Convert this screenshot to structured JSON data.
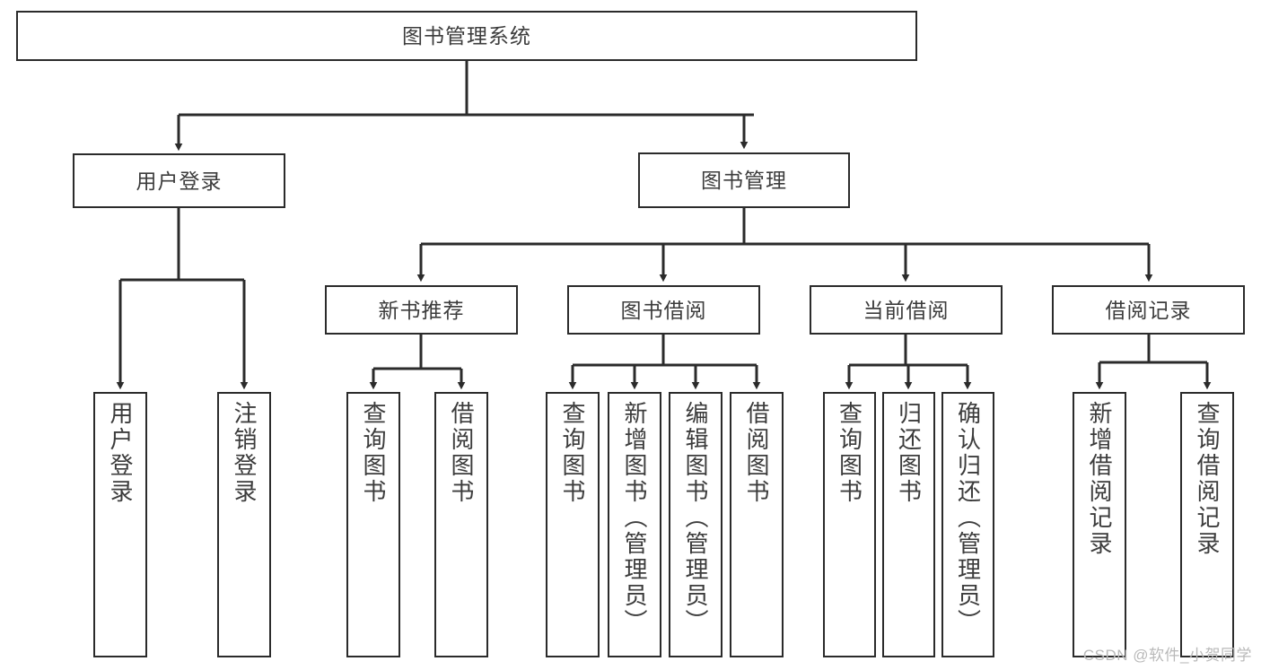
{
  "diagram": {
    "title": "图书管理系统",
    "type": "tree",
    "watermark": "CSDN @软件_小贺同学",
    "colors": {
      "stroke": "#2b2b2b",
      "text": "#3c3c3c",
      "background": "#ffffff",
      "watermark": "#b9b9b9"
    },
    "nodes": {
      "root": {
        "label": "图书管理系统"
      },
      "level2": [
        {
          "label": "用户登录"
        },
        {
          "label": "图书管理"
        }
      ],
      "level3": [
        {
          "label": "新书推荐"
        },
        {
          "label": "图书借阅"
        },
        {
          "label": "当前借阅"
        },
        {
          "label": "借阅记录"
        }
      ],
      "leaves_user_login": [
        {
          "label": "用户登录"
        },
        {
          "label": "注销登录"
        }
      ],
      "leaves_new_book": [
        {
          "label": "查询图书"
        },
        {
          "label": "借阅图书"
        }
      ],
      "leaves_borrow": [
        {
          "label": "查询图书"
        },
        {
          "label": "新增图书（管理员）"
        },
        {
          "label": "编辑图书（管理员）"
        },
        {
          "label": "借阅图书"
        }
      ],
      "leaves_current": [
        {
          "label": "查询图书"
        },
        {
          "label": "归还图书"
        },
        {
          "label": "确认归还（管理员）"
        }
      ],
      "leaves_record": [
        {
          "label": "新增借阅记录"
        },
        {
          "label": "查询借阅记录"
        }
      ]
    }
  }
}
